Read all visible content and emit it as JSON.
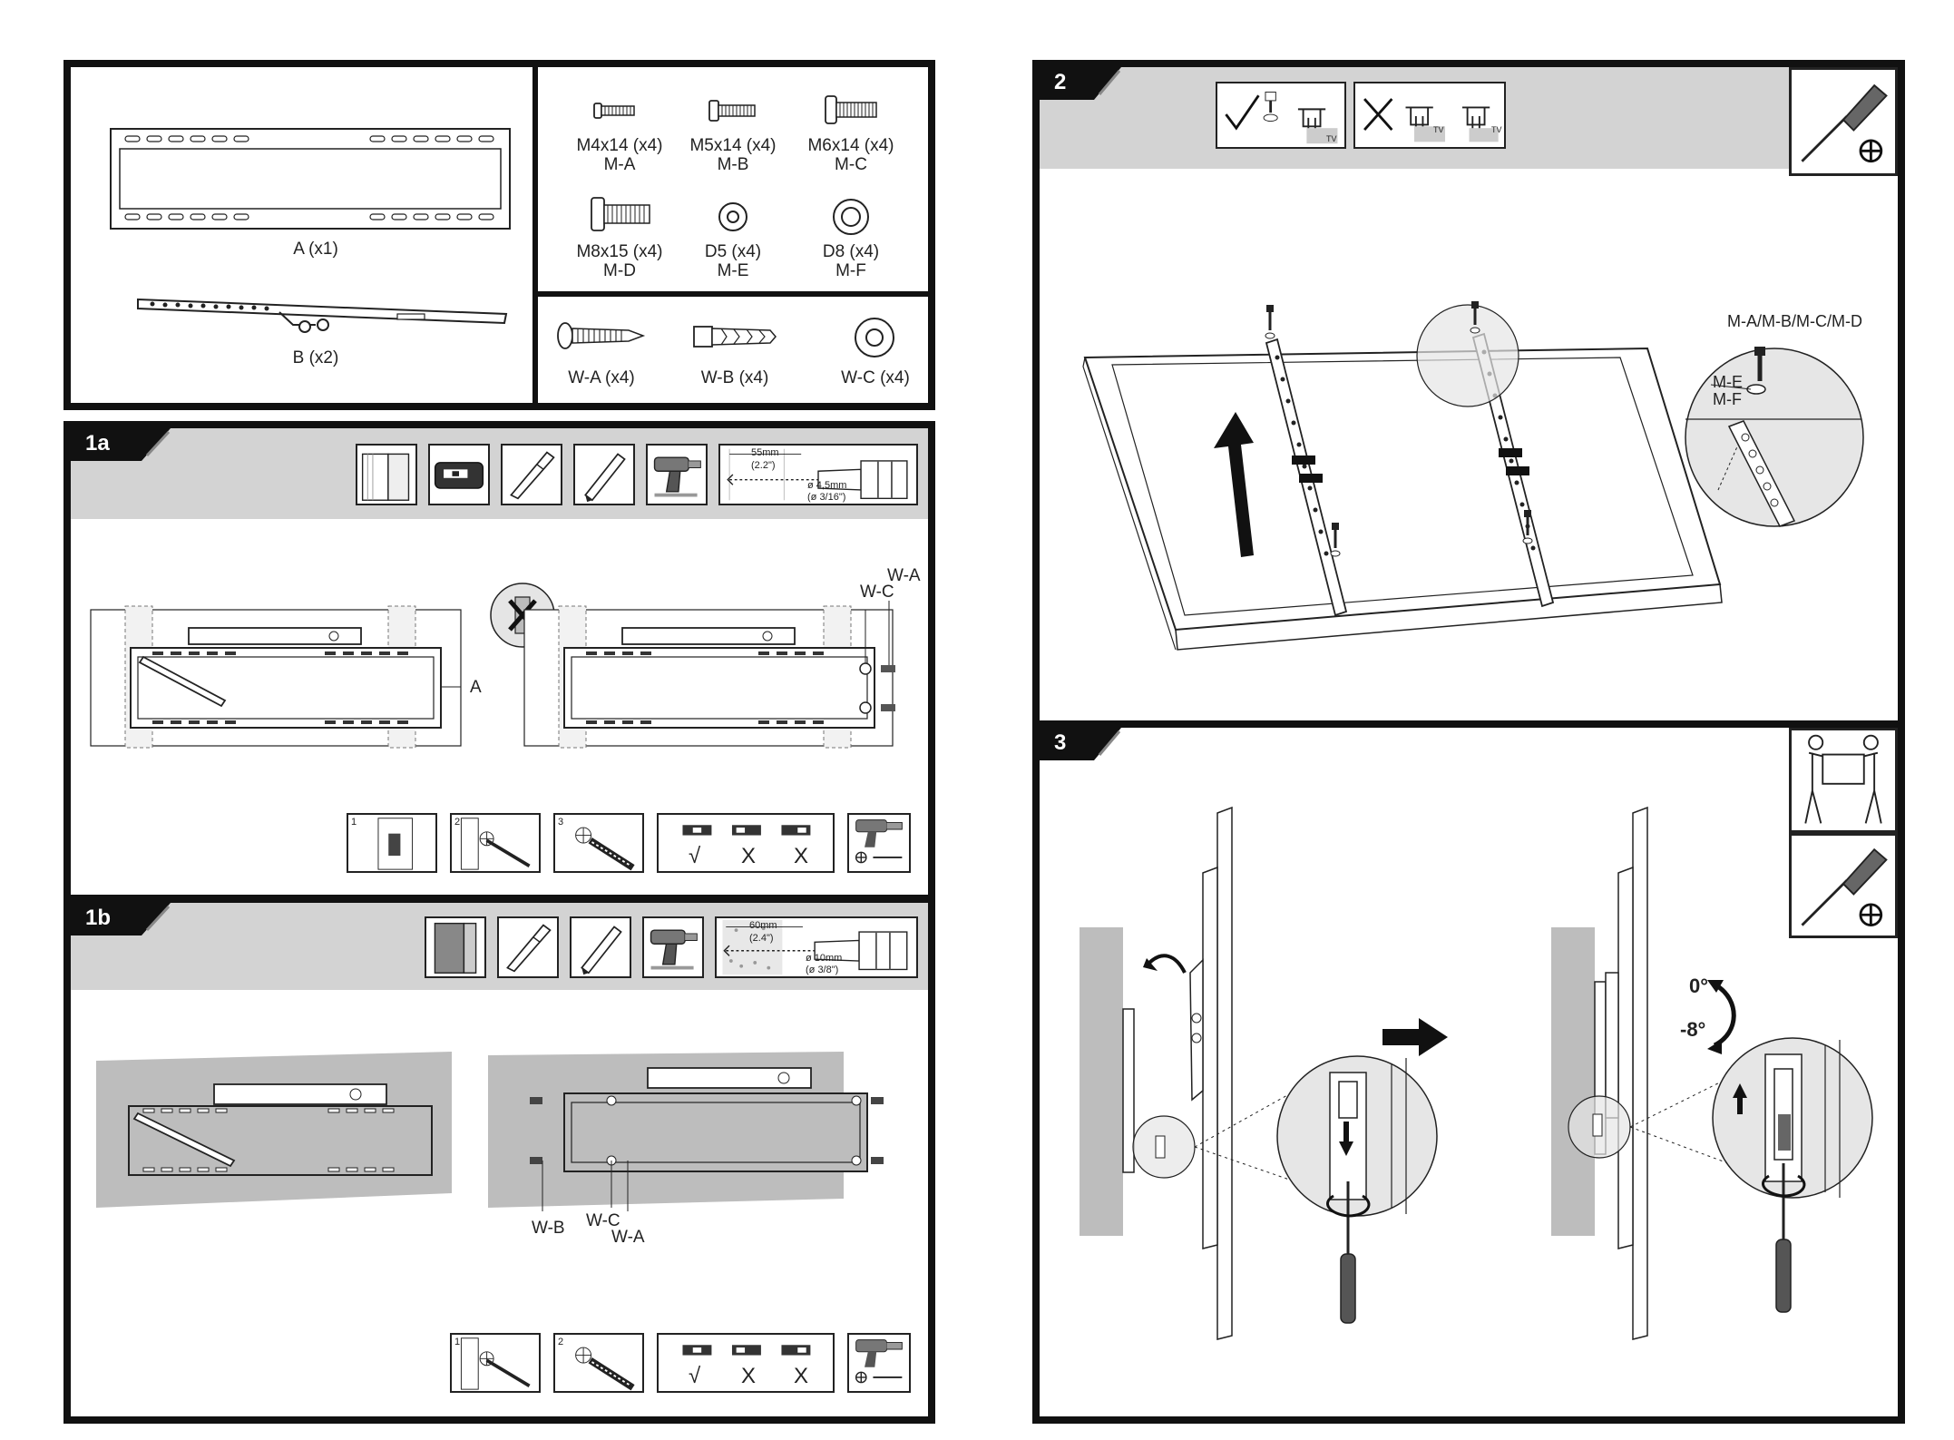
{
  "parts": {
    "a": "A (x1)",
    "b": "B (x2)",
    "ma": {
      "size": "M4x14 (x4)",
      "code": "M-A"
    },
    "mb": {
      "size": "M5x14 (x4)",
      "code": "M-B"
    },
    "mc": {
      "size": "M6x14 (x4)",
      "code": "M-C"
    },
    "md": {
      "size": "M8x15 (x4)",
      "code": "M-D"
    },
    "me": {
      "size": "D5 (x4)",
      "code": "M-E"
    },
    "mf": {
      "size": "D8 (x4)",
      "code": "M-F"
    },
    "wa": "W-A (x4)",
    "wb": "W-B (x4)",
    "wc": "W-C (x4)"
  },
  "step1a": {
    "label": "1a",
    "drill_depth": "55mm",
    "drill_depth_in": "(2.2\")",
    "drill_bit": "ø 4,5mm",
    "drill_bit_in": "(ø 3/16\")",
    "callout_a": "A",
    "callout_wa": "W-A",
    "callout_wc": "W-C",
    "sub": [
      "1",
      "2",
      "3"
    ],
    "level_ok": "√",
    "level_bad1": "X",
    "level_bad2": "X"
  },
  "step1b": {
    "label": "1b",
    "drill_depth": "60mm",
    "drill_depth_in": "(2.4\")",
    "drill_bit": "ø 10mm",
    "drill_bit_in": "(ø 3/8\")",
    "callout_wb": "W-B",
    "callout_wc": "W-C",
    "callout_wa": "W-A",
    "sub": [
      "1",
      "2"
    ],
    "level_ok": "√",
    "level_bad1": "X",
    "level_bad2": "X"
  },
  "step2": {
    "label": "2",
    "screws": "M-A/M-B/M-C/M-D",
    "washer_me": "M-E",
    "washer_mf": "M-F",
    "tv": "TV"
  },
  "step3": {
    "label": "3",
    "tilt_0": "0°",
    "tilt_8": "-8°"
  }
}
